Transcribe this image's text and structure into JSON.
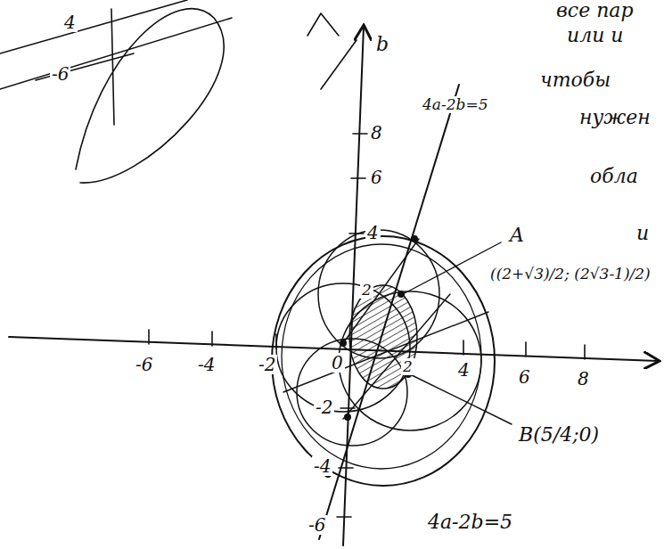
{
  "diagram": {
    "labels": [
      "4a-2b=5",
      "A",
      "((2+√3)/2; (2√3-1)/2)",
      "B(5/4;0)",
      "4a-2b=5",
      "b",
      "8",
      "6",
      "4",
      "2",
      "-2",
      "-4",
      "-6",
      "-6",
      "-4",
      "-2",
      "0",
      "2",
      "4",
      "6",
      "8",
      "4",
      "-6",
      "все пар",
      "или и",
      "чтобы",
      "нужен",
      "обла",
      "и"
    ]
  }
}
